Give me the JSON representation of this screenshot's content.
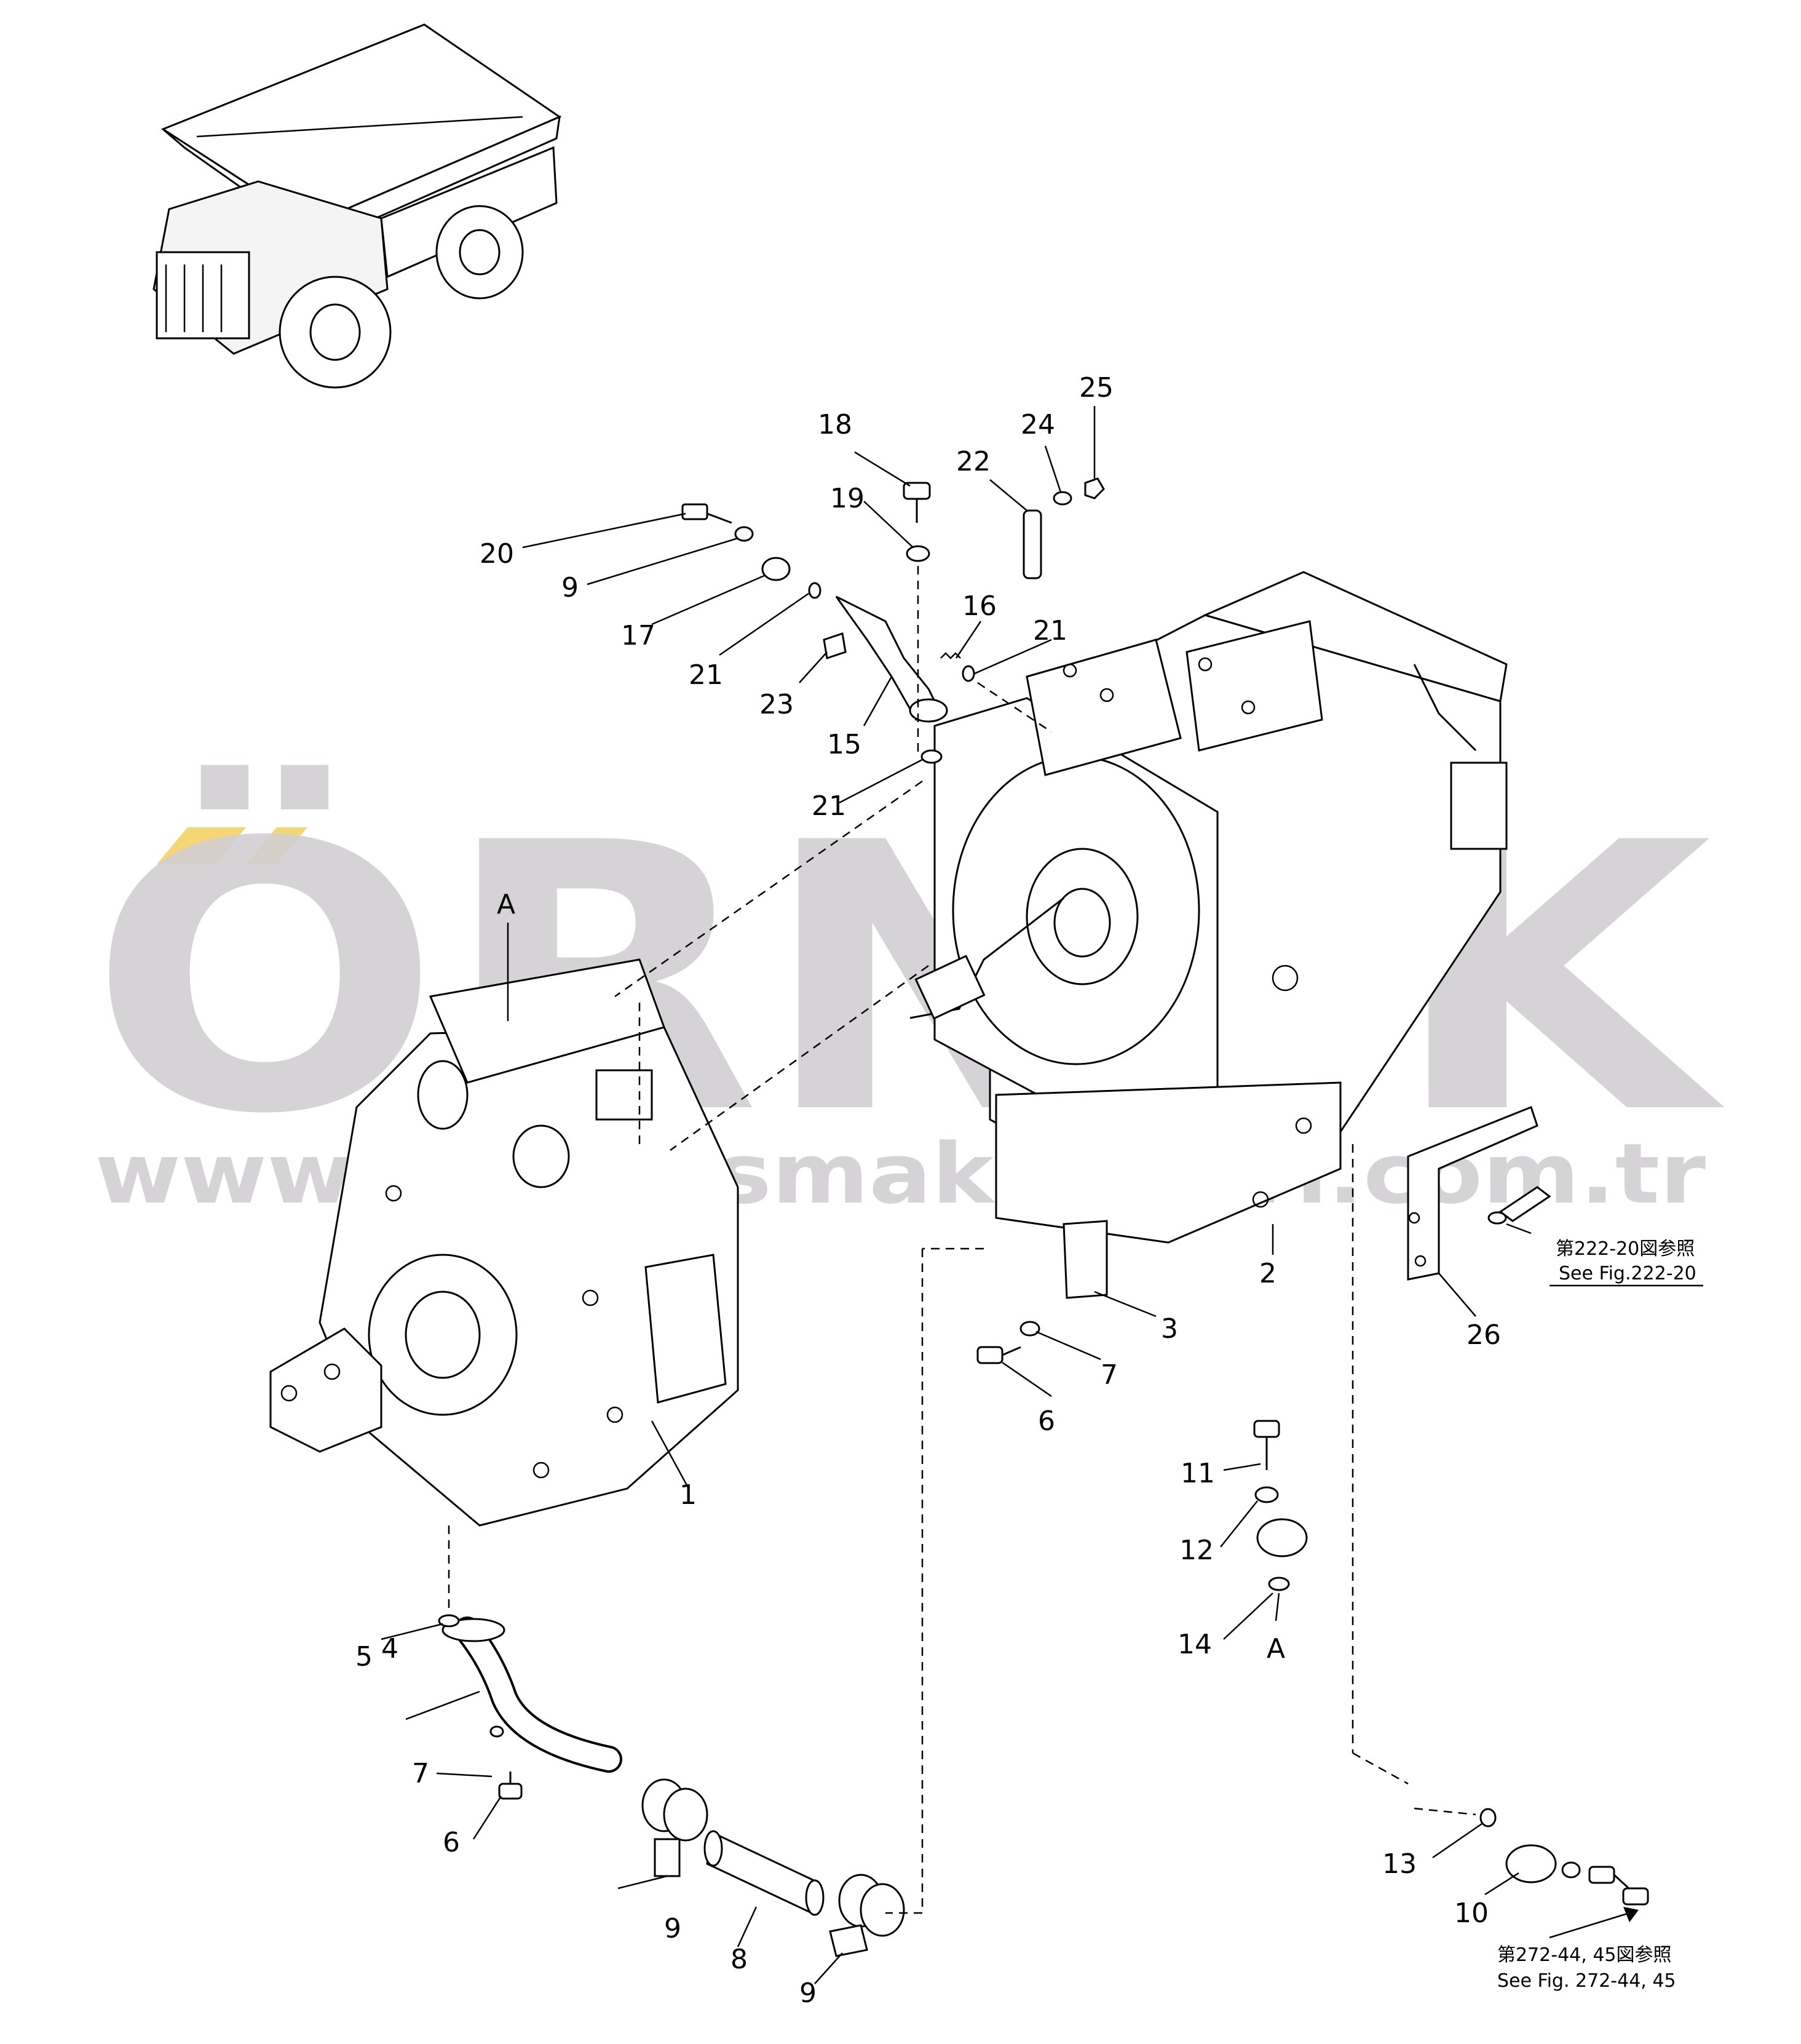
{
  "watermark": {
    "brand": "ÖRNEK",
    "url": "www.ornekismakinalari.com.tr",
    "brand_color": "#d2cfd3",
    "accent_color": "#f4d774"
  },
  "callouts": {
    "n1": "1",
    "n2": "2",
    "n3": "3",
    "n4": "4",
    "n5": "5",
    "n6a": "6",
    "n6b": "6",
    "n7a": "7",
    "n7b": "7",
    "n8": "8",
    "n9a": "9",
    "n9b": "9",
    "n9c": "9",
    "n10": "10",
    "n11": "11",
    "n12": "12",
    "n13": "13",
    "n14": "14",
    "n15": "15",
    "n16": "16",
    "n17": "17",
    "n18": "18",
    "n19": "19",
    "n20": "20",
    "n21a": "21",
    "n21b": "21",
    "n21c": "21",
    "n22": "22",
    "n23": "23",
    "n24": "24",
    "n25": "25",
    "n26": "26",
    "refA1": "A",
    "refA2": "A"
  },
  "references": {
    "fig222_jp": "第222-20図参照",
    "fig222_en": "See Fig.222-20",
    "fig272_jp": "第272-44, 45図参照",
    "fig272_en": "See Fig. 272-44, 45"
  }
}
